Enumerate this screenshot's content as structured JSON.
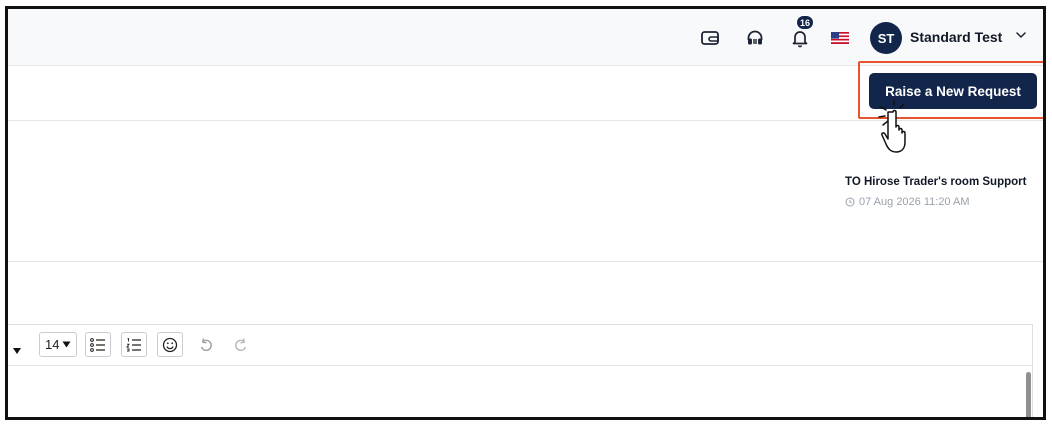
{
  "header": {
    "notification_count": "16",
    "user": {
      "initials": "ST",
      "name": "Standard Test"
    },
    "icons": [
      "wallet-icon",
      "headset-icon",
      "bell-icon",
      "us-flag-icon",
      "chevron-down-icon"
    ]
  },
  "action": {
    "raise_request_label": "Raise a New Request",
    "highlight_color": "#e8542f"
  },
  "ticket": {
    "to_line": "TO Hirose Trader's room Support",
    "timestamp": "07 Aug 2026 11:20 AM"
  },
  "editor": {
    "font_size": "14",
    "toolbar_icons": [
      "caret-down-icon",
      "bullet-list-icon",
      "numbered-list-icon",
      "emoji-icon",
      "undo-icon",
      "redo-icon"
    ]
  },
  "colors": {
    "primary": "#12254b",
    "accent_border": "#e8542f",
    "muted_text": "#9aa1ac"
  }
}
